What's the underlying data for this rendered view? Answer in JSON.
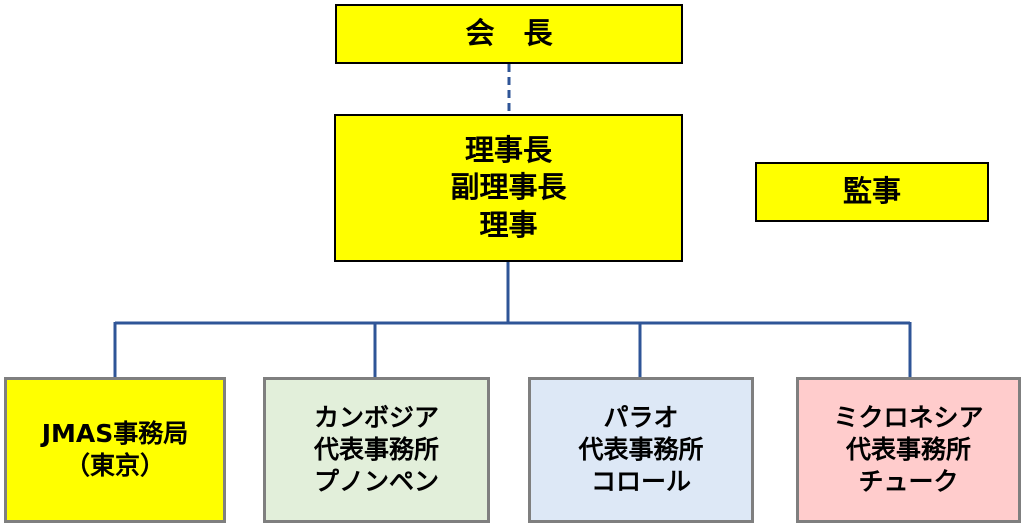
{
  "colors": {
    "yellow": "#ffff00",
    "green": "#e2efda",
    "blue": "#dde8f6",
    "pink": "#ffcccc",
    "connector": "#2f5597"
  },
  "chairman": {
    "label": "会　長"
  },
  "board": {
    "lines": [
      "理事長",
      "副理事長",
      "理事"
    ]
  },
  "auditor": {
    "label": "監事"
  },
  "offices": [
    {
      "lines": [
        "JMAS事務局",
        "（東京）"
      ]
    },
    {
      "lines": [
        "カンボジア",
        "代表事務所",
        "プノンペン"
      ]
    },
    {
      "lines": [
        "パラオ",
        "代表事務所",
        "コロール"
      ]
    },
    {
      "lines": [
        "ミクロネシア",
        "代表事務所",
        "チューク"
      ]
    }
  ]
}
